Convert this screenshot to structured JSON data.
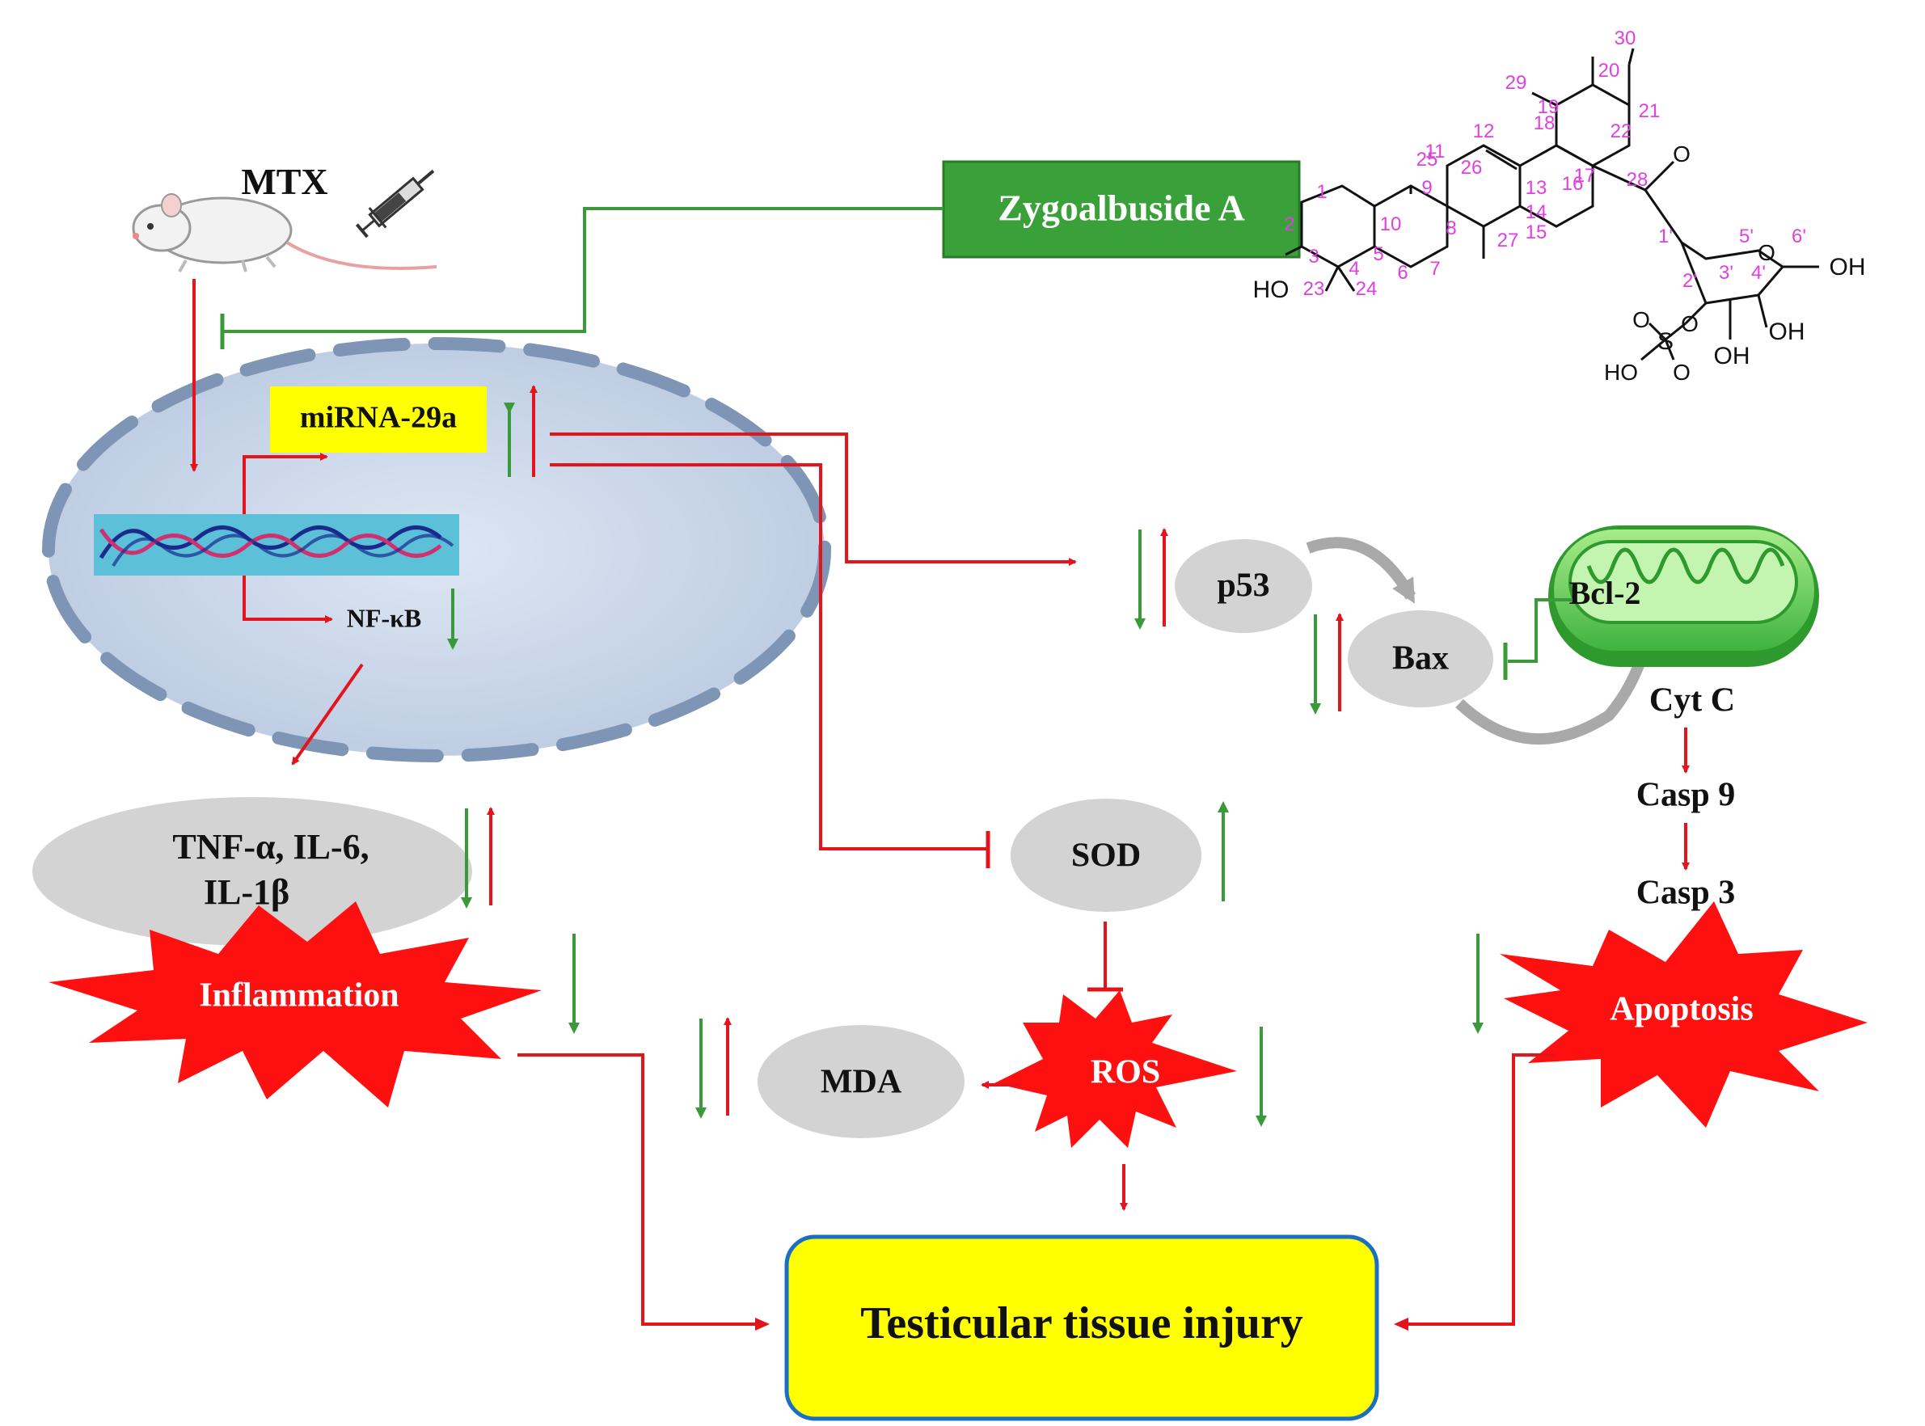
{
  "labels": {
    "mtx": "MTX",
    "zygo": "Zygoalbuside A",
    "mirna": "miRNA-29a",
    "nfkb": "NF-κB",
    "cytokines_line1": "TNF-α, IL-6,",
    "cytokines_line2": "IL-1β",
    "inflammation": "Inflammation",
    "p53": "p53",
    "bax": "Bax",
    "bcl2": "Bcl-2",
    "cytc": "Cyt C",
    "casp9": "Casp 9",
    "casp3": "Casp 3",
    "apoptosis": "Apoptosis",
    "sod": "SOD",
    "ros": "ROS",
    "mda": "MDA",
    "injury": "Testicular tissue injury"
  },
  "structure": {
    "oh1": "HO",
    "oh2": "OH",
    "oh3": "OH",
    "oh4": "OH",
    "sulfate_s": "S",
    "sulfate_o1": "O",
    "sulfate_o2": "O",
    "sulfate_ho": "HO",
    "ring_o": "O",
    "ester_o": "O",
    "carbonyl_o": "O",
    "numbers": [
      "1",
      "2",
      "3",
      "4",
      "5",
      "6",
      "7",
      "8",
      "9",
      "10",
      "11",
      "12",
      "13",
      "14",
      "15",
      "16",
      "17",
      "18",
      "19",
      "20",
      "21",
      "22",
      "23",
      "24",
      "25",
      "26",
      "27",
      "28",
      "29",
      "30",
      "1'",
      "2'",
      "3'",
      "4'",
      "5'",
      "6'"
    ]
  },
  "colors": {
    "red": "#e3141b",
    "green": "#3a9a3a",
    "green_box": "#3aa13a",
    "yellow": "#ffff00",
    "gray": "#d3d3d3",
    "nucleus": "#c9d6ea",
    "nucleus_rim": "#7f95b5",
    "dna_band": "#5bc0d8",
    "magenta": "#e040e0"
  }
}
